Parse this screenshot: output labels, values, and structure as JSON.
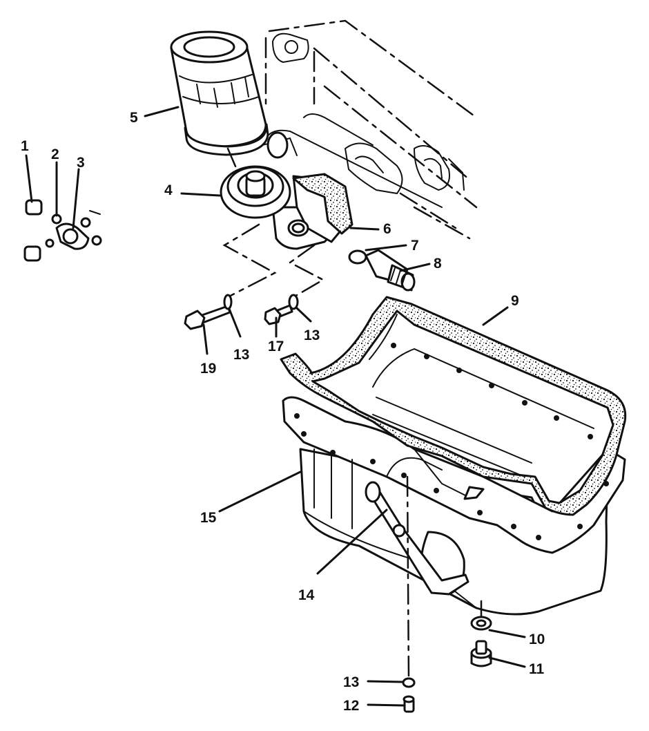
{
  "callouts": [
    {
      "id": "c1",
      "text": "1"
    },
    {
      "id": "c2",
      "text": "2"
    },
    {
      "id": "c3",
      "text": "3"
    },
    {
      "id": "c4",
      "text": "4"
    },
    {
      "id": "c5",
      "text": "5"
    },
    {
      "id": "c6",
      "text": "6"
    },
    {
      "id": "c7",
      "text": "7"
    },
    {
      "id": "c8",
      "text": "8"
    },
    {
      "id": "c9",
      "text": "9"
    },
    {
      "id": "c10",
      "text": "10"
    },
    {
      "id": "c11",
      "text": "11"
    },
    {
      "id": "c12",
      "text": "12"
    },
    {
      "id": "c13a",
      "text": "13"
    },
    {
      "id": "c13b",
      "text": "13"
    },
    {
      "id": "c13c",
      "text": "13"
    },
    {
      "id": "c14",
      "text": "14"
    },
    {
      "id": "c15",
      "text": "15"
    },
    {
      "id": "c17",
      "text": "17"
    },
    {
      "id": "c19",
      "text": "19"
    }
  ]
}
